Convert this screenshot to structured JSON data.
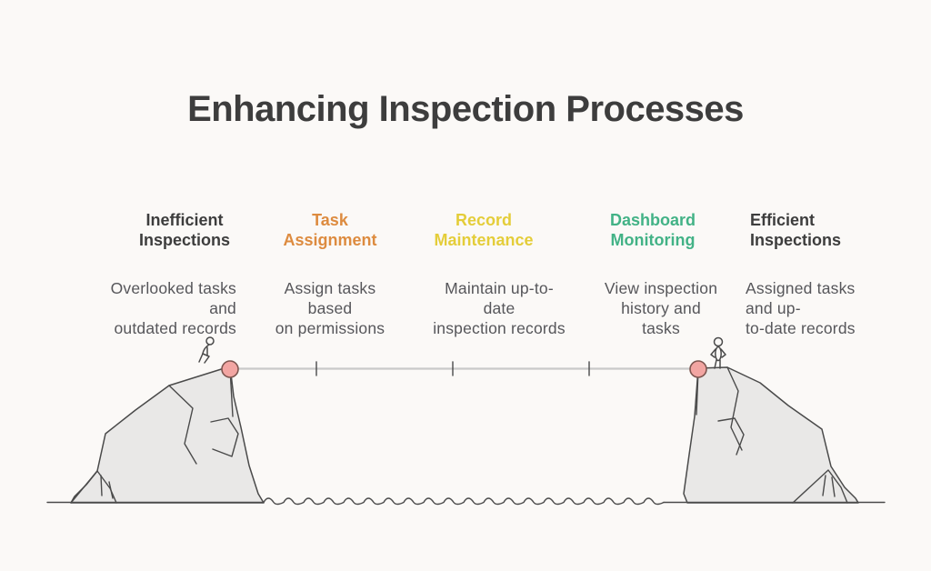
{
  "title": "Enhancing Inspection Processes",
  "columns": [
    {
      "id": "inefficient-inspections",
      "heading": [
        "Inefficient",
        "Inspections"
      ],
      "heading_color": "#3d3d3d",
      "body": [
        "Overlooked tasks",
        "and",
        "outdated records"
      ]
    },
    {
      "id": "task-assignment",
      "heading": [
        "Task",
        "Assignment"
      ],
      "heading_color": "#dd8b3f",
      "body": [
        "Assign tasks",
        "based",
        "on permissions"
      ]
    },
    {
      "id": "record-maintenance",
      "heading": [
        "Record",
        "Maintenance"
      ],
      "heading_color": "#e4cd39",
      "body": [
        "Maintain up-to-",
        "date",
        "inspection records"
      ]
    },
    {
      "id": "dashboard-monitoring",
      "heading": [
        "Dashboard",
        "Monitoring"
      ],
      "heading_color": "#42b286",
      "body": [
        "View inspection",
        "history and",
        "tasks"
      ]
    },
    {
      "id": "efficient-inspections",
      "heading": [
        "Efficient",
        "Inspections"
      ],
      "heading_color": "#3d3d3d",
      "body": [
        "Assigned tasks",
        "and up-",
        "to-date records"
      ]
    }
  ],
  "illustration": {
    "background_color": "#fbf9f7",
    "title_color": "#3d3d3d",
    "body_text_color": "#56565a",
    "rope_color": "#c9c9c9",
    "anchor_color": "#f2a5a2",
    "anchor_stroke": "#7e5650",
    "outline_color": "#4a4a4a",
    "cliff_fill": "#e9e8e7",
    "rope_tick_count": 3
  }
}
